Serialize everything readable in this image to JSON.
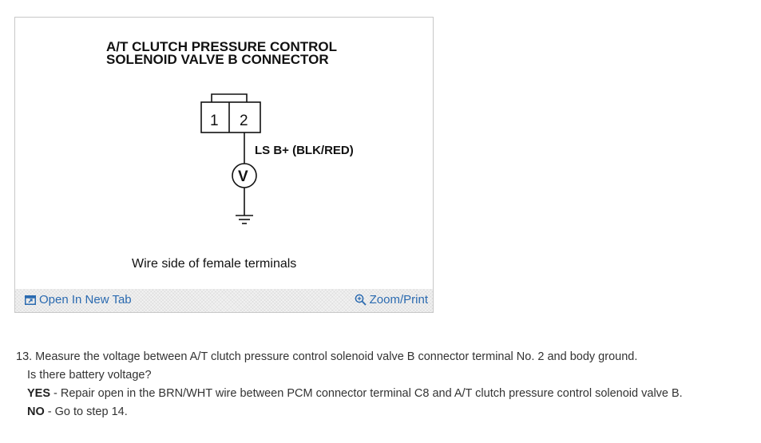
{
  "figure": {
    "title_line1": "A/T CLUTCH PRESSURE CONTROL",
    "title_line2": "SOLENOID VALVE B CONNECTOR",
    "pin1": "1",
    "pin2": "2",
    "wire_label": "LS B+ (BLK/RED)",
    "voltmeter_symbol": "V",
    "caption": "Wire side of female terminals",
    "icons": [
      "voltmeter-icon",
      "ground-icon",
      "open-tab-icon",
      "zoom-icon"
    ]
  },
  "toolbar": {
    "open_tab_label": "Open In New Tab",
    "zoom_label": "Zoom/Print"
  },
  "step": {
    "text": "13. Measure the voltage between A/T clutch pressure control solenoid valve B connector terminal No. 2 and body ground.",
    "question": "Is there battery voltage?",
    "yes_label": "YES",
    "yes_text": " - Repair open in the BRN/WHT wire between PCM connector terminal C8 and A/T clutch pressure control solenoid valve B.",
    "no_label": "NO",
    "no_text": " - Go to step 14."
  },
  "colors": {
    "link": "#2a6ab0",
    "text": "#333333",
    "border": "#c8c8c8"
  }
}
